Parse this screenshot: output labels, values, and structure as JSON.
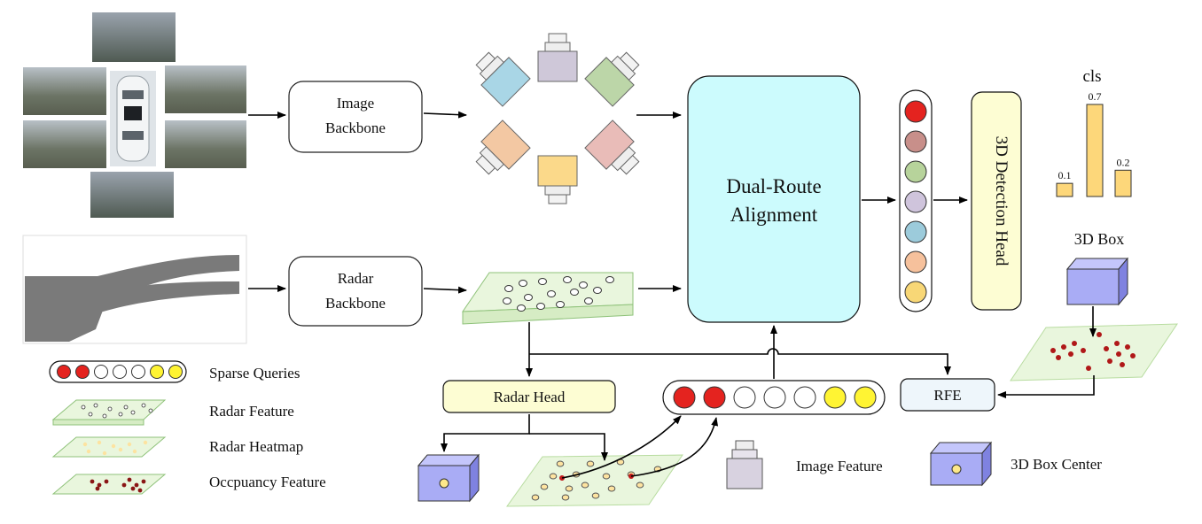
{
  "blocks": {
    "image_backbone": [
      "Image",
      "Backbone"
    ],
    "radar_backbone": [
      "Radar",
      "Backbone"
    ],
    "dual_route": [
      "Dual-Route",
      "Alignment"
    ],
    "detection_head": "3D Detection Head",
    "radar_head": "Radar Head",
    "rfe": "RFE"
  },
  "outputs": {
    "cls_title": "cls",
    "box_title": "3D Box"
  },
  "chart_data": {
    "type": "bar",
    "title": "cls",
    "categories": [
      "",
      "",
      ""
    ],
    "values": [
      0.1,
      0.7,
      0.2
    ],
    "data_labels": [
      "0.1",
      "0.7",
      "0.2"
    ],
    "ylim": [
      0,
      0.7
    ],
    "color": "#fdd77a"
  },
  "legend": {
    "sparse_queries": "Sparse Queries",
    "radar_feature": "Radar Feature",
    "radar_heatmap": "Radar Heatmap",
    "occupancy_feature": "Occpuancy Feature",
    "image_feature": "Image Feature",
    "box_center": "3D Box Center"
  },
  "colors": {
    "dual_route_fill": "#ccfbfd",
    "head_fill": "#fdfdd3",
    "rfe_fill": "#eef6fb",
    "plane_fill": "#e9f6dd",
    "plane_edge": "#b8dca0",
    "query_red": "#e4231f",
    "query_yellow": "#fff433",
    "box_front": "#a9acf5",
    "box_side": "#7f82e0"
  },
  "query_column_colors": [
    "#e4231f",
    "#c88f8a",
    "#b7d39b",
    "#cfc4dc",
    "#9ccbdb",
    "#f6c19c",
    "#f8d776"
  ],
  "sparse_query_colors": [
    "#e4231f",
    "#e4231f",
    "#ffffff",
    "#ffffff",
    "#ffffff",
    "#fff433",
    "#fff433"
  ]
}
